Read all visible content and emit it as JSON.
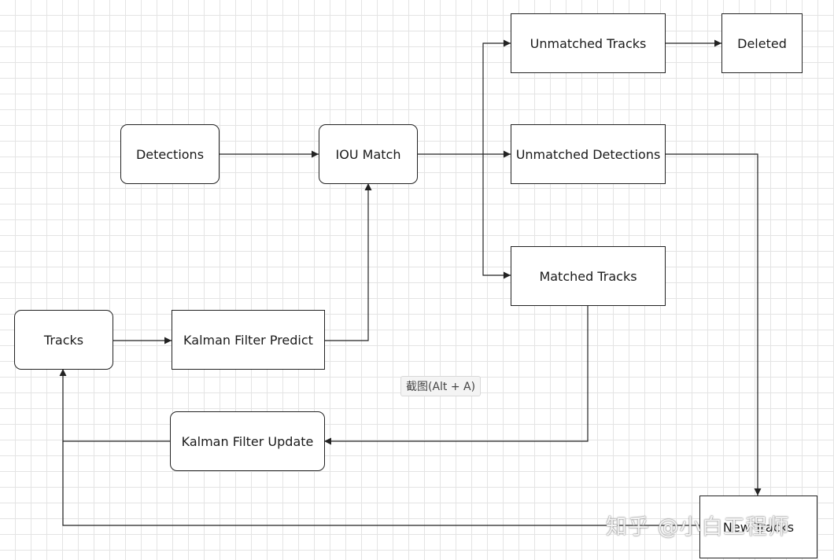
{
  "nodes": {
    "detections": "Detections",
    "iou_match": "IOU Match",
    "unmatched_tracks": "Unmatched Tracks",
    "deleted": "Deleted",
    "unmatched_detections": "Unmatched Detections",
    "matched_tracks": "Matched Tracks",
    "tracks": "Tracks",
    "kalman_predict": "Kalman Filter Predict",
    "kalman_update": "Kalman Filter Update",
    "new_tracks": "New Tracks"
  },
  "tooltip": "截图(Alt + A)",
  "watermark": "知乎 @小白工程师",
  "colors": {
    "stroke": "#222222",
    "grid": "#e4e4e4",
    "background": "#ffffff"
  }
}
